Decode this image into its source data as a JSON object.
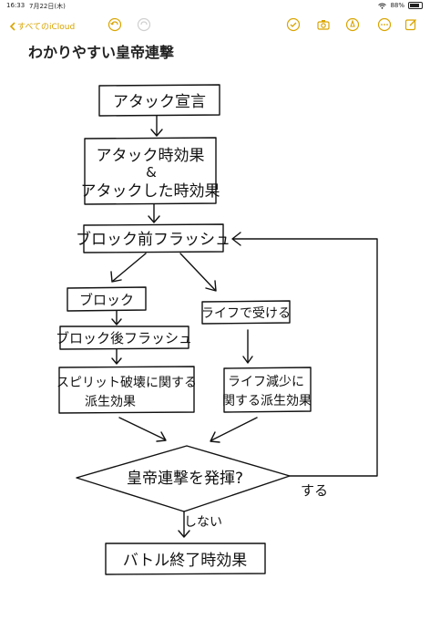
{
  "status": {
    "time": "16:33",
    "date": "7月22日(木)",
    "battery": "88%"
  },
  "toolbar": {
    "back_label": "すべてのiCloud",
    "icons": [
      "undo-icon",
      "redo-icon",
      "checklist-icon",
      "camera-icon",
      "markup-pen-icon",
      "more-icon",
      "compose-icon"
    ],
    "accent": "#d9a400"
  },
  "note": {
    "title": "わかりやすい皇帝連撃"
  },
  "flowchart": {
    "declare": "アタック宣言",
    "attack_effect_1": "アタック時効果",
    "amp": "&",
    "attack_effect_2": "アタックした時効果",
    "block_flash": "ブロック前フラッシュ",
    "block": "ブロック",
    "life": "ライフで受ける",
    "post_block_flash": "ブロック後フラッシュ",
    "spirit_1": "スピリット破壊に関する",
    "spirit_2": "派生効果",
    "life_dec_1": "ライフ減少に",
    "life_dec_2": "関する派生効果",
    "decision": "皇帝連撃を発揮?",
    "yes": "する",
    "no": "しない",
    "end": "バトル終了時効果"
  }
}
